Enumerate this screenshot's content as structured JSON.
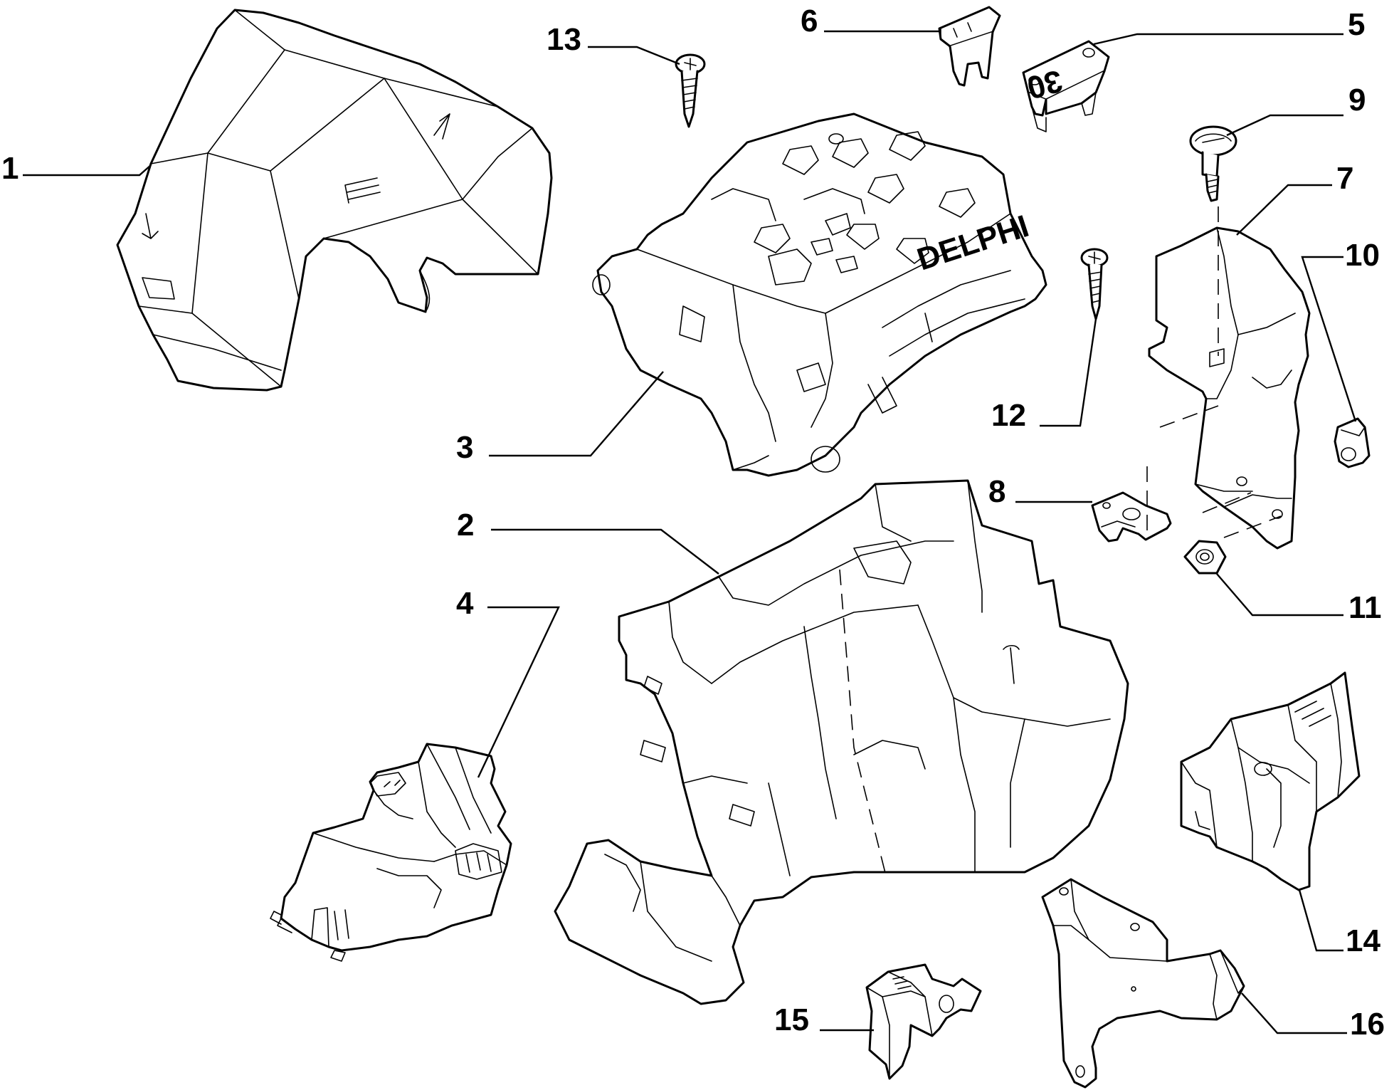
{
  "diagram": {
    "colors": {
      "background": "#ffffff",
      "line": "#000000"
    },
    "callouts": {
      "c1": "1",
      "c2": "2",
      "c3": "3",
      "c4": "4",
      "c5": "5",
      "c6": "6",
      "c7": "7",
      "c8": "8",
      "c9": "9",
      "c10": "10",
      "c11": "11",
      "c12": "12",
      "c13": "13",
      "c14": "14",
      "c15": "15",
      "c16": "16"
    },
    "part_labels": {
      "fuse_30": "30",
      "brand": "DELPHI"
    }
  }
}
